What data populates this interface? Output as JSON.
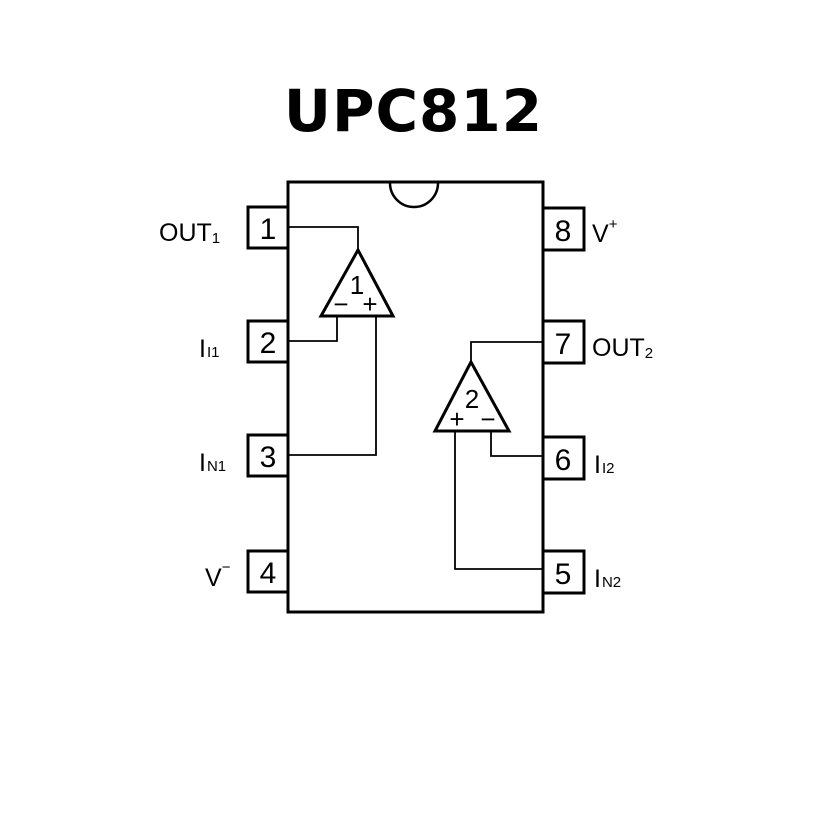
{
  "title": "UPC812",
  "chip": {
    "notch": true,
    "pins": [
      {
        "number": "1",
        "label": "OUT",
        "sub": "1",
        "sup": ""
      },
      {
        "number": "2",
        "label": "I",
        "sub": "I1",
        "sup": ""
      },
      {
        "number": "3",
        "label": "I",
        "sub": "N1",
        "sup": ""
      },
      {
        "number": "4",
        "label": "V",
        "sub": "",
        "sup": "−"
      },
      {
        "number": "5",
        "label": "I",
        "sub": "N2",
        "sup": ""
      },
      {
        "number": "6",
        "label": "I",
        "sub": "I2",
        "sup": ""
      },
      {
        "number": "7",
        "label": "OUT",
        "sub": "2",
        "sup": ""
      },
      {
        "number": "8",
        "label": "V",
        "sub": "",
        "sup": "+"
      }
    ],
    "amplifiers": [
      {
        "number": "1",
        "left_input": "−",
        "right_input": "+"
      },
      {
        "number": "2",
        "left_input": "+",
        "right_input": "−"
      }
    ]
  }
}
